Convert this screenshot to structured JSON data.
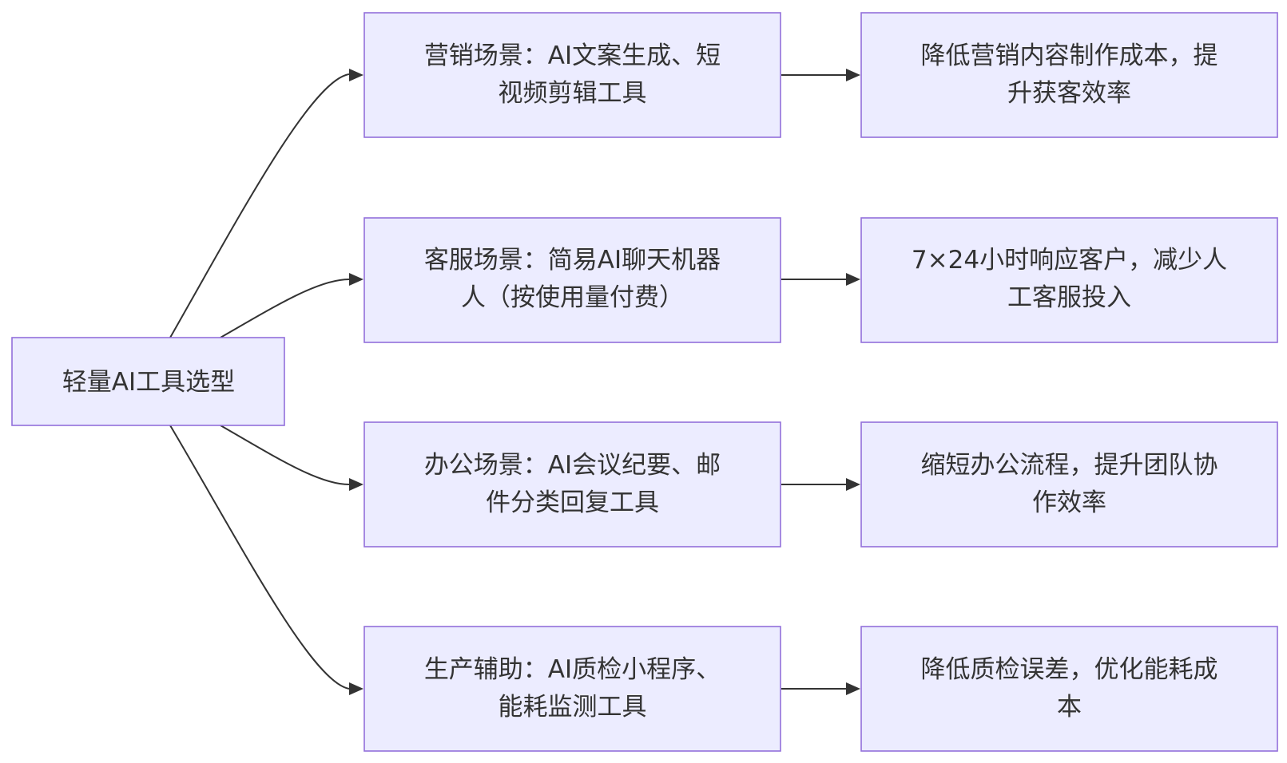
{
  "diagram": {
    "root": {
      "label_lines": [
        "轻量AI工具选型"
      ]
    },
    "scenarios": [
      {
        "label_lines": [
          "营销场景：AI文案生成、短",
          "视频剪辑工具"
        ],
        "benefit_lines": [
          "降低营销内容制作成本，提",
          "升获客效率"
        ]
      },
      {
        "label_lines": [
          "客服场景：简易AI聊天机器",
          "人（按使用量付费）"
        ],
        "benefit_lines": [
          "7×24小时响应客户，减少人",
          "工客服投入"
        ]
      },
      {
        "label_lines": [
          "办公场景：AI会议纪要、邮",
          "件分类回复工具"
        ],
        "benefit_lines": [
          "缩短办公流程，提升团队协",
          "作效率"
        ]
      },
      {
        "label_lines": [
          "生产辅助：AI质检小程序、",
          "能耗监测工具"
        ],
        "benefit_lines": [
          "降低质检误差，优化能耗成",
          "本"
        ]
      }
    ]
  },
  "colors": {
    "node_fill": "#ececff",
    "node_stroke": "#9370db",
    "edge": "#333333",
    "text": "#333333"
  }
}
